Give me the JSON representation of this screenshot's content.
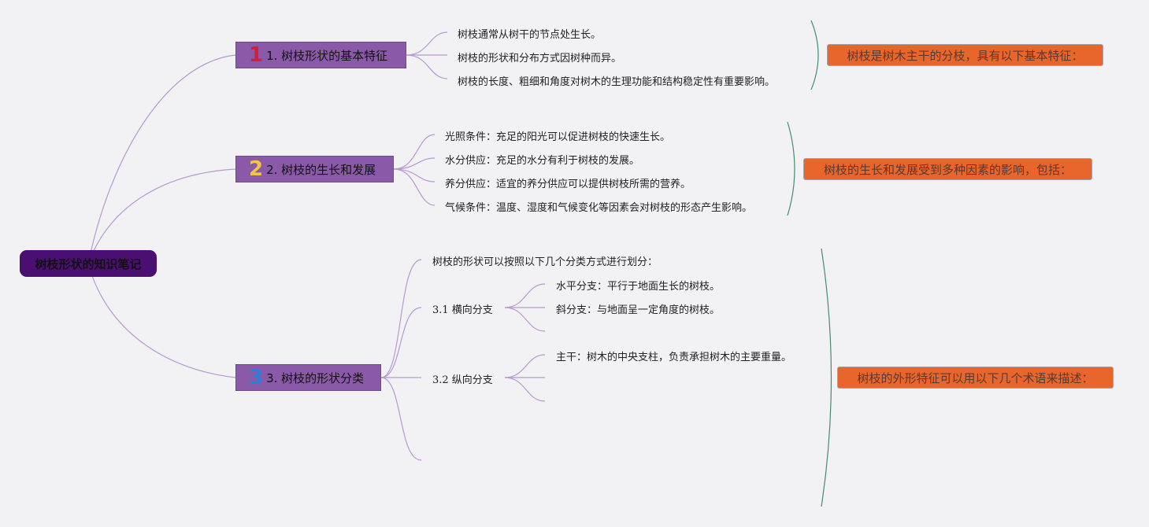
{
  "root": {
    "label": "树枝形状的知识笔记"
  },
  "branches": [
    {
      "number": "1",
      "number_color": "#d41f3a",
      "label": "1. 树枝形状的基本特征",
      "leaves": [
        "树枝通常从树干的节点处生长。",
        "树枝的形状和分布方式因树种而异。",
        "树枝的长度、粗细和角度对树木的生理功能和结构稳定性有重要影响。"
      ],
      "summary": "树枝是树木主干的分枝，具有以下基本特征："
    },
    {
      "number": "2",
      "number_color": "#f2c640",
      "label": "2. 树枝的生长和发展",
      "leaves": [
        "光照条件：充足的阳光可以促进树枝的快速生长。",
        "水分供应：充足的水分有利于树枝的发展。",
        "养分供应：适宜的养分供应可以提供树枝所需的营养。",
        "气候条件：温度、湿度和气候变化等因素会对树枝的形态产生影响。"
      ],
      "summary": "树枝的生长和发展受到多种因素的影响，包括："
    },
    {
      "number": "3",
      "number_color": "#2b7fd6",
      "label": "3. 树枝的形状分类",
      "intro": "树枝的形状可以按照以下几个分类方式进行划分：",
      "subs": [
        {
          "label": "3.1 横向分支",
          "leaves": [
            "水平分支：平行于地面生长的树枝。",
            "斜分支：与地面呈一定角度的树枝。"
          ]
        },
        {
          "label": "3.2 纵向分支",
          "leaves": [
            "主干：树木的中央支柱，负责承担树木的主要重量。"
          ]
        }
      ],
      "summary": "树枝的外形特征可以用以下几个术语来描述："
    }
  ],
  "colors": {
    "background": "#f2f1f4",
    "root_fill": "#4b0f72",
    "branch_fill": "#8a5aa8",
    "connector": "#b69ad0",
    "bracket": "#3f8f6f",
    "summary_fill": "#e8652c"
  }
}
